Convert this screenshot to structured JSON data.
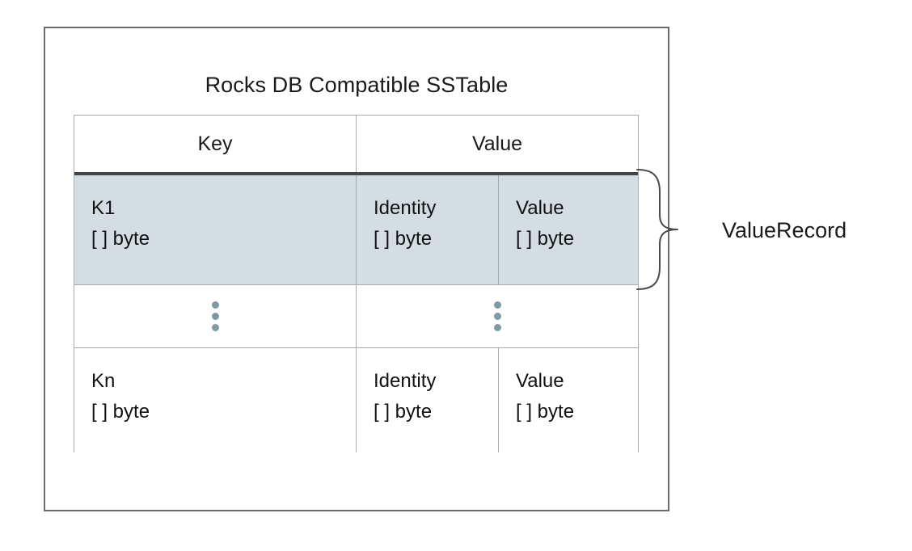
{
  "diagram": {
    "title": "Rocks DB Compatible SSTable",
    "annotation_label": "ValueRecord",
    "colors": {
      "outer_frame_border": "#6b6b6f",
      "table_border": "#a9a9a9",
      "header_rule": "#444444",
      "highlight_row_background": "#d4dde1",
      "ellipsis_dot": "#7d9aa8",
      "text": "#1a1a1a",
      "background": "#ffffff"
    },
    "table": {
      "headers": {
        "key": "Key",
        "value": "Value"
      },
      "rows": [
        {
          "id": "value-record-row",
          "highlighted": true,
          "key": {
            "name": "K1",
            "type": "[ ] byte"
          },
          "identity": {
            "name": "Identity",
            "type": "[ ] byte"
          },
          "value": {
            "name": "Value",
            "type": "[ ] byte"
          }
        },
        {
          "id": "ellipsis-row",
          "highlighted": false,
          "ellipsis": true
        },
        {
          "id": "last-record-row",
          "highlighted": false,
          "key": {
            "name": "Kn",
            "type": "[ ] byte"
          },
          "identity": {
            "name": "Identity",
            "type": "[ ] byte"
          },
          "value": {
            "name": "Value",
            "type": "[ ] byte"
          }
        }
      ]
    }
  }
}
